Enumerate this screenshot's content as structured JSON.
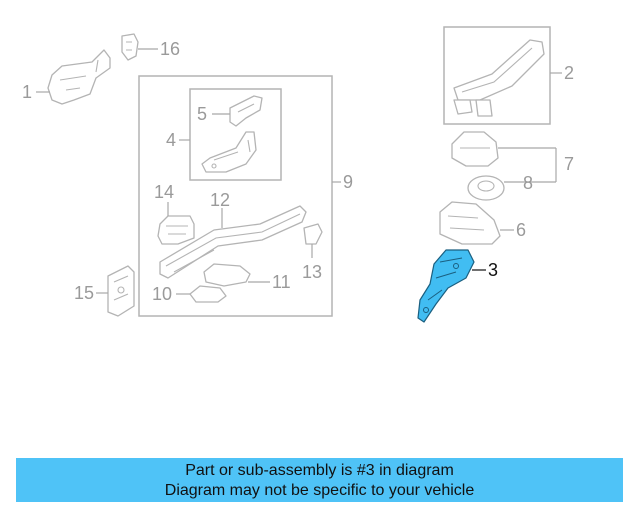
{
  "callouts": {
    "c1": "1",
    "c2": "2",
    "c3": "3",
    "c4": "4",
    "c5": "5",
    "c6": "6",
    "c7": "7",
    "c8": "8",
    "c9": "9",
    "c10": "10",
    "c11": "11",
    "c12": "12",
    "c13": "13",
    "c14": "14",
    "c15": "15",
    "c16": "16"
  },
  "highlight": {
    "part": "3",
    "color": "#41bdf2"
  },
  "banner": {
    "line1": "Part or sub-assembly is #3 in diagram",
    "line2": "Diagram may not be specific to your vehicle",
    "color": "#4fc3f7"
  }
}
